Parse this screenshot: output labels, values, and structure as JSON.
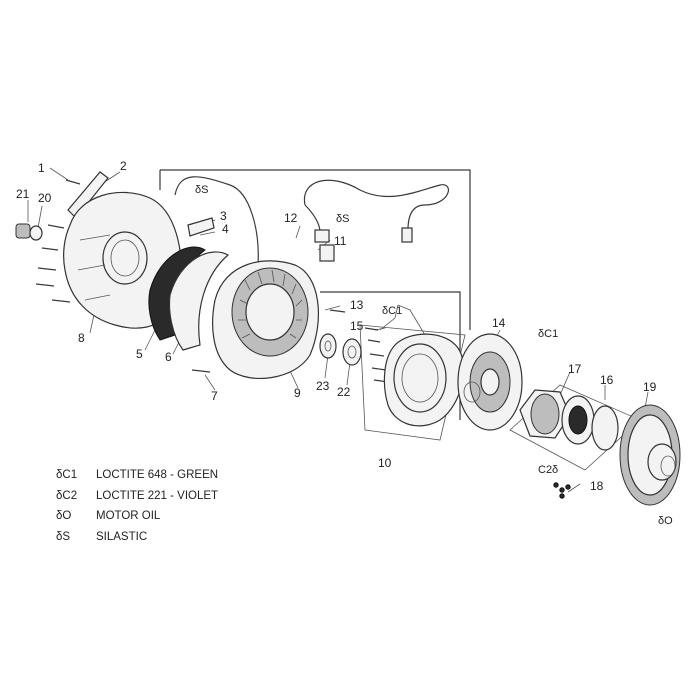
{
  "callouts": [
    "1",
    "2",
    "3",
    "4",
    "5",
    "6",
    "7",
    "8",
    "9",
    "10",
    "11",
    "12",
    "13",
    "14",
    "15",
    "16",
    "17",
    "18",
    "19",
    "20",
    "21",
    "22",
    "23"
  ],
  "markings": {
    "s_top": "δS",
    "s_cable": "δS",
    "c1_rotor": "δC1",
    "c1_flywheel": "δC1",
    "c2_balls": "C2δ",
    "o_gear": "δO"
  },
  "legend": [
    {
      "code": "δC1",
      "text": "LOCTITE 648 - GREEN"
    },
    {
      "code": "δC2",
      "text": "LOCTITE 221 - VIOLET"
    },
    {
      "code": "δO",
      "text": "MOTOR OIL"
    },
    {
      "code": "δS",
      "text": "SILASTIC"
    }
  ]
}
